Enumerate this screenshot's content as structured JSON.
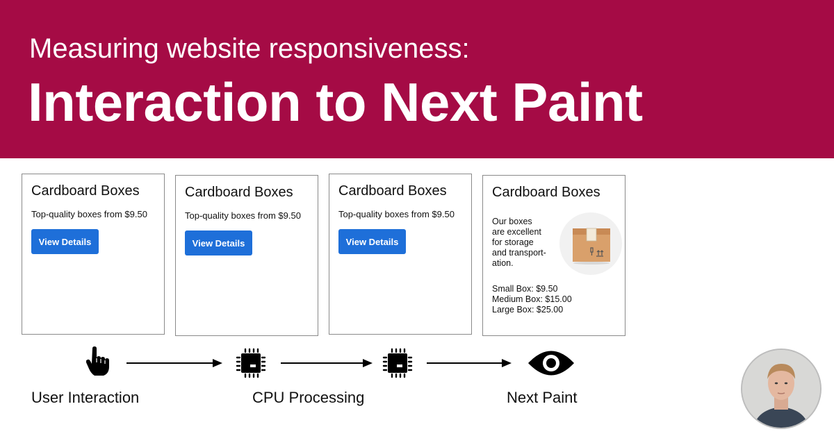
{
  "banner": {
    "subtitle": "Measuring website responsiveness:",
    "title": "Interaction to Next Paint",
    "color": "#a50b45"
  },
  "cards": [
    {
      "title": "Cardboard Boxes",
      "subtitle": "Top-quality boxes from $9.50",
      "button_label": "View Details"
    },
    {
      "title": "Cardboard Boxes",
      "subtitle": "Top-quality boxes from $9.50",
      "button_label": "View Details"
    },
    {
      "title": "Cardboard Boxes",
      "subtitle": "Top-quality boxes from $9.50",
      "button_label": "View Details"
    },
    {
      "title": "Cardboard Boxes",
      "description_lines": [
        "Our boxes",
        "are excellent",
        "for storage",
        "and transport-",
        "ation."
      ],
      "prices": [
        "Small Box: $9.50",
        "Medium Box: $15.00",
        "Large Box: $25.00"
      ],
      "illustration_icon": "cardboard-box-icon"
    }
  ],
  "flow": {
    "steps": [
      {
        "icon": "pointing-hand-icon",
        "label": "User Interaction"
      },
      {
        "icon": "cpu-chip-icon",
        "label": "CPU Processing"
      },
      {
        "icon": "cpu-chip-icon",
        "label": ""
      },
      {
        "icon": "eye-icon",
        "label": "Next Paint"
      }
    ],
    "arrow_icon": "arrow-right-icon"
  },
  "avatar": {
    "icon": "author-avatar"
  },
  "colors": {
    "accent": "#a50b45",
    "button": "#1e6fd9",
    "card_border": "#8a8a8a"
  }
}
